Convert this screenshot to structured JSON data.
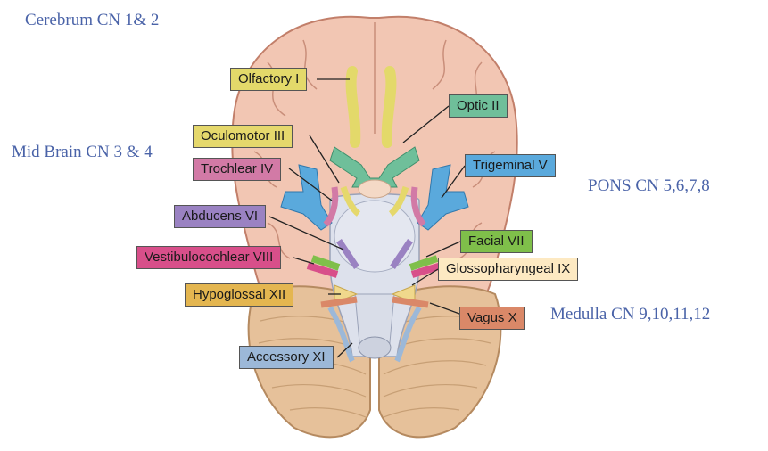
{
  "notes": {
    "cerebrum": "Cerebrum CN 1& 2",
    "midbrain": "Mid Brain CN 3 & 4",
    "pons": "PONS CN 5,6,7,8",
    "medulla": "Medulla CN 9,10,11,12"
  },
  "nerves": {
    "olfactory": "Olfactory I",
    "optic": "Optic II",
    "oculomotor": "Oculomotor III",
    "trochlear": "Trochlear IV",
    "trigeminal": "Trigeminal V",
    "abducens": "Abducens VI",
    "facial": "Facial VII",
    "vestibulocochlear": "Vestibulocochlear VIII",
    "glossopharyngeal": "Glossopharyngeal IX",
    "hypoglossal": "Hypoglossal XII",
    "vagus": "Vagus X",
    "accessory": "Accessory XI"
  },
  "colors": {
    "brain": "#f2c6b3",
    "brain_outline": "#c27f6a",
    "cerebellum": "#e6c19a",
    "stem": "#dde1ec",
    "olfactory": "#e3d96a",
    "optic": "#6fbf9a",
    "oculomotor": "#e5d86c",
    "trochlear": "#d27aa6",
    "trigeminal": "#5aa9dc",
    "abducens": "#9a82c2",
    "facial": "#7fbf4a",
    "vestibulocochlear": "#d84f8a",
    "glossopharyngeal": "#fde9c2",
    "hypoglossal": "#e4b650",
    "vagus": "#da8868",
    "accessory": "#9cb8d8",
    "note_text": "#4a63a8"
  }
}
